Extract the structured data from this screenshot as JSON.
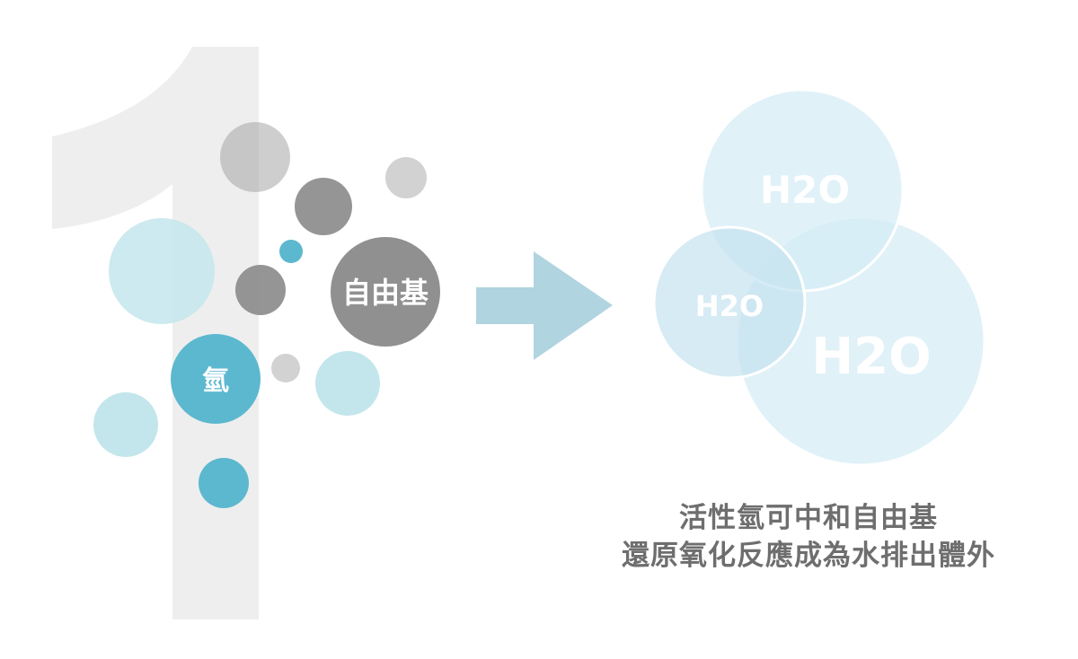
{
  "diagram": {
    "big_number": "1",
    "hydrogen_label": "氫",
    "free_radical_label": "自由基",
    "water_labels": [
      "H2O",
      "H2O",
      "H2O"
    ],
    "caption": [
      "活性氫可中和自由基",
      "還原氧化反應成為水排出體外"
    ]
  },
  "colors": {
    "background": "#ffffff",
    "big_number": "#eeeeee",
    "hydrogen_dark": "#5bb8cf",
    "hydrogen_light": "#c3e6ec",
    "radical_dark": "#8a8a8a",
    "radical_mid": "#a6a6a6",
    "radical_light": "#d2d2d2",
    "arrow": "#b0d4e0",
    "water_bubble": "#d6ecf5",
    "caption_text": "#6e6e6e"
  },
  "icons": {
    "arrow": "right-arrow-icon"
  }
}
